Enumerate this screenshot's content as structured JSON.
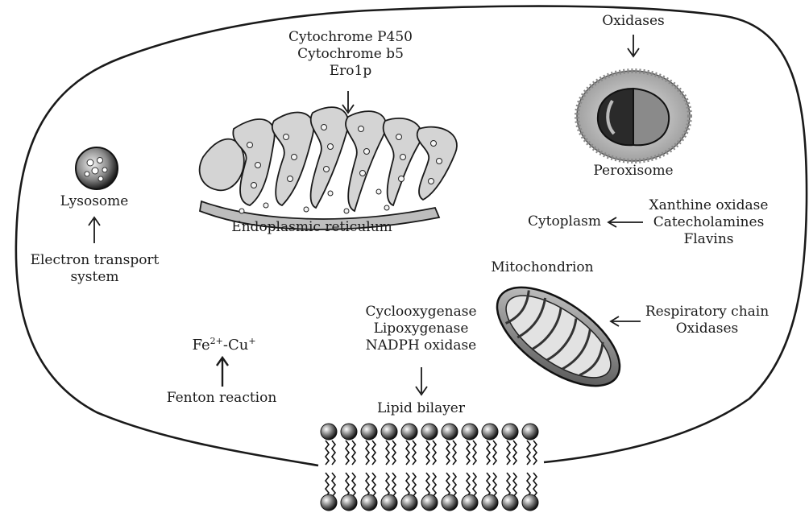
{
  "labels": {
    "cytochrome_p450": "Cytochrome P450",
    "cytochrome_b5": "Cytochrome b5",
    "ero1p": "Ero1p",
    "endoplasmic_reticulum": "Endoplasmic reticulum",
    "oxidases_top": "Oxidases",
    "peroxisome": "Peroxisome",
    "lysosome": "Lysosome",
    "electron_transport_1": "Electron transport",
    "electron_transport_2": "system",
    "xanthine_oxidase": "Xanthine oxidase",
    "catecholamines": "Catecholamines",
    "flavins": "Flavins",
    "cytoplasm": "Cytoplasm",
    "mitochondrion": "Mitochondrion",
    "respiratory_chain": "Respiratory chain",
    "oxidases_mito": "Oxidases",
    "cyclooxygenase": "Cyclooxygenase",
    "lipoxygenase": "Lipoxygenase",
    "nadph_oxidase": "NADPH oxidase",
    "lipid_bilayer": "Lipid bilayer",
    "fe": "Fe",
    "fe_charge": "2+",
    "cu": "-Cu",
    "cu_charge": "+",
    "fenton_reaction": "Fenton reaction"
  }
}
